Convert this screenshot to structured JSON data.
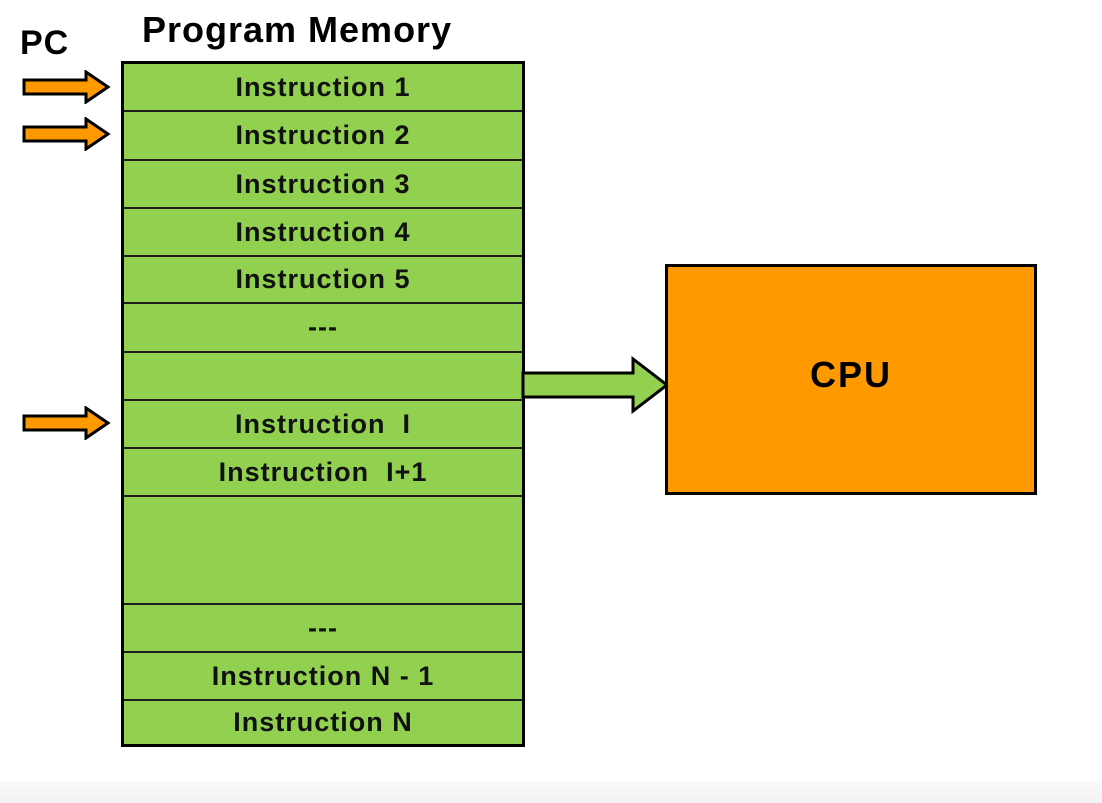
{
  "pc": {
    "label": "PC"
  },
  "memory": {
    "title": "Program Memory",
    "cells": [
      "Instruction 1",
      "Instruction 2",
      "Instruction 3",
      "Instruction 4",
      "Instruction 5",
      "---",
      "",
      "Instruction  I",
      "Instruction  I+1",
      "",
      "---",
      "Instruction N - 1",
      "Instruction N"
    ]
  },
  "pc_pointers": [
    "Instruction 1",
    "Instruction 2",
    "Instruction  I"
  ],
  "cpu": {
    "label": "CPU"
  },
  "colors": {
    "memory_fill": "#92d050",
    "cpu_fill": "#ff9900",
    "pc_arrow_fill": "#ff9900",
    "bus_arrow_fill": "#92d050",
    "outline": "#000000"
  }
}
